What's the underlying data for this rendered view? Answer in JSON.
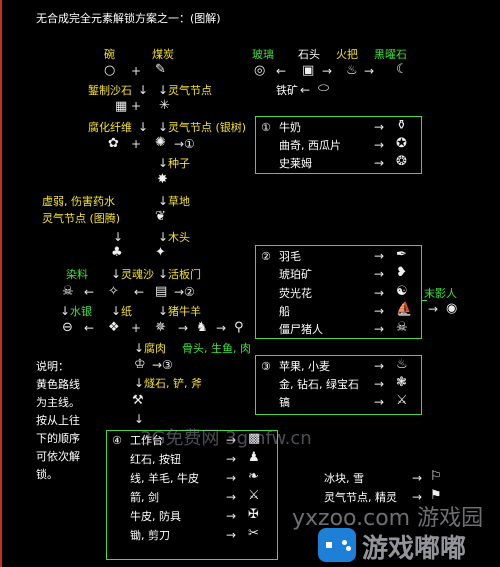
{
  "title": "无合成完全元素解锁方案之一：(图解)",
  "top": {
    "bowl": "碗",
    "coal": "煤炭",
    "glass": "玻璃",
    "stone": "石头",
    "torch": "火把",
    "obsidian": "黑曜石",
    "ore": "铁矿",
    "sandstone": "錾制沙石",
    "spirit_node": "灵气节点",
    "fiber": "腐化纤维",
    "spirit_node_silver": "灵气节点 (银树)",
    "seed": "种子"
  },
  "box1": {
    "num": "①",
    "items": [
      "牛奶",
      "曲奇, 西瓜片",
      "史莱姆"
    ]
  },
  "left_mid": {
    "weak": "虚弱, 伤害药水",
    "spirit_totem": "灵气节点 (图腾)",
    "grass": "草地",
    "wood": "木头",
    "dye": "染料",
    "soul_sand": "灵魂沙",
    "trapdoor": "活板门",
    "mercury": "水银",
    "paper": "纸",
    "pig_cow_sheep": "猪牛羊",
    "rotten_flesh": "腐肉",
    "bone_line": "骨头, 生鱼, 肉"
  },
  "box2": {
    "num": "②",
    "items": [
      "羽毛",
      "琥珀矿",
      "荧光花",
      "船",
      "僵尸猪人"
    ],
    "shadow": "末影人"
  },
  "notes": [
    "说明：",
    "黄色路线",
    "为主线。",
    "按从上往",
    "下的顺序",
    "可依次解",
    "锁。"
  ],
  "box3": {
    "num": "③",
    "items": [
      "苹果, 小麦",
      "金, 钻石, 绿宝石",
      "镐"
    ]
  },
  "flint": "燧石, 铲, 斧",
  "box4": {
    "num": "④",
    "title": "工作台",
    "items": [
      "红石, 按钮",
      "线, 羊毛, 牛皮",
      "箭, 剑",
      "牛皮, 防具",
      "锄, 剪刀"
    ]
  },
  "bottom_right": {
    "ice": "冰块, 雪",
    "spirit_elite": "灵气节点, 精灵"
  },
  "watermarks": {
    "site": "3G免费网 3gmfw.cn",
    "yxzoo": "yxzoo.com 游戏园",
    "brand": "游戏嘟嘟"
  }
}
